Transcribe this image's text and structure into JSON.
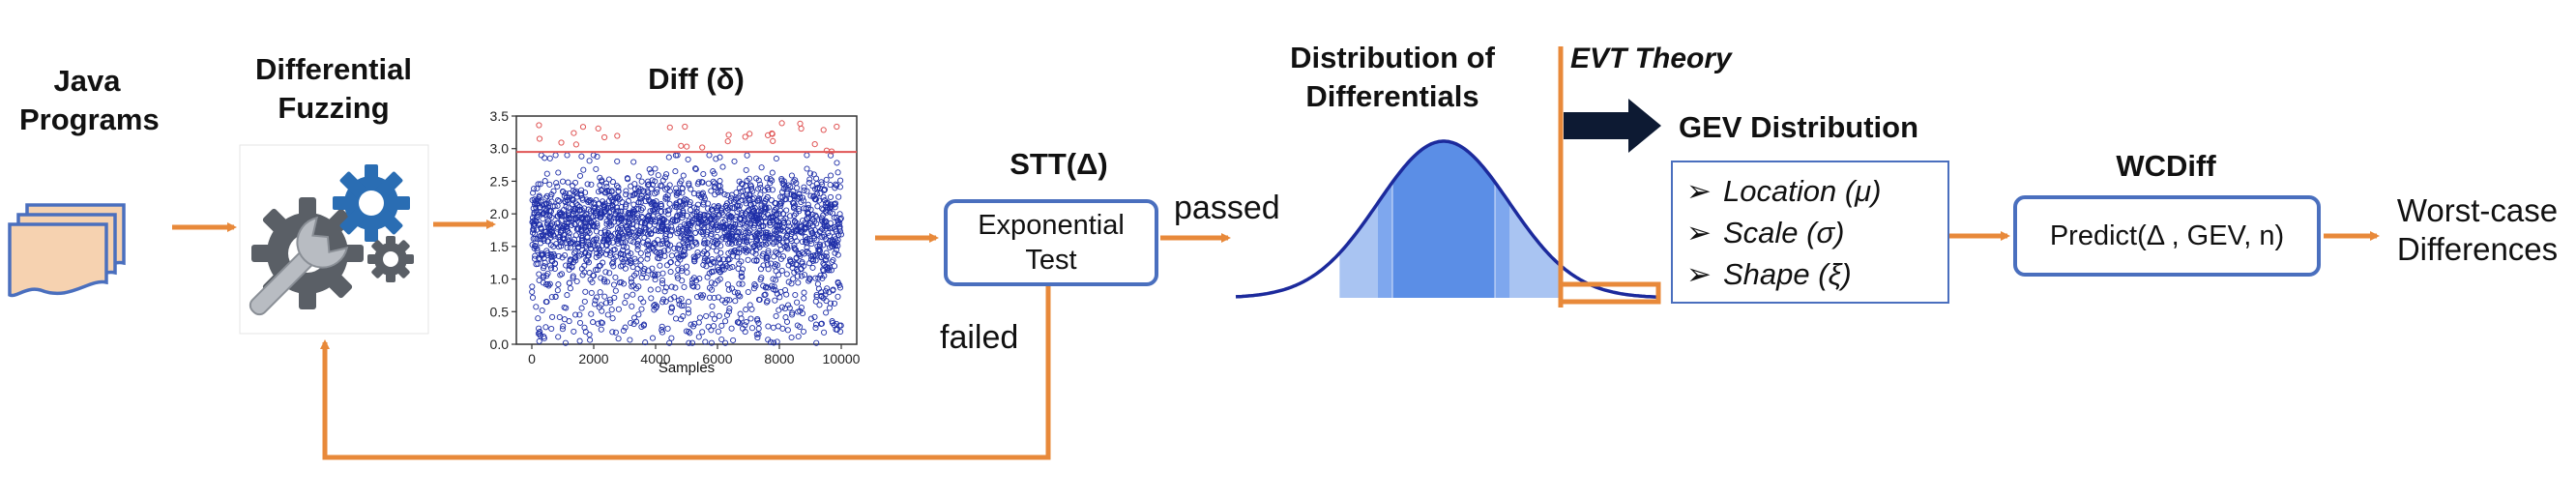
{
  "stages": {
    "java_programs": {
      "line1": "Java",
      "line2": "Programs"
    },
    "differential_fuzzing": {
      "line1": "Differential",
      "line2": "Fuzzing"
    },
    "diff": {
      "title": "Diff (δ)"
    },
    "stt": {
      "title": "STT(Δ)",
      "box_line1": "Exponential",
      "box_line2": "Test"
    },
    "passed_label": "passed",
    "failed_label": "failed",
    "distribution": {
      "line1": "Distribution of",
      "line2": "Differentials"
    },
    "evt_label": "EVT Theory",
    "gev": {
      "title": "GEV Distribution",
      "params": [
        {
          "bullet": "➢",
          "text": "Location (μ)"
        },
        {
          "bullet": "➢",
          "text": "Scale (σ)"
        },
        {
          "bullet": "➢",
          "text": "Shape (ξ)"
        }
      ]
    },
    "wcdiff": {
      "title": "WCDiff",
      "box_text": "Predict(Δ , GEV, n)"
    },
    "output": {
      "line1": "Worst-case",
      "line2": "Differences"
    }
  },
  "colors": {
    "orange": "#e8893a",
    "box_border": "#4a6fbe",
    "scatter_blue": "#1f2fa8",
    "threshold_red": "#e05555",
    "bell_fill": "#5b8ee6",
    "arrow_dark": "#0d1a33",
    "gear_blue": "#2a6db3",
    "gear_gray": "#5a5f66"
  },
  "icons": [
    "document-stack-icon",
    "gears-wrench-icon"
  ],
  "chart_data": {
    "type": "scatter",
    "title": "Diff (δ)",
    "xlabel": "Samples",
    "ylabel": "",
    "xlim": [
      -500,
      10500
    ],
    "ylim": [
      0,
      3.5
    ],
    "xticks": [
      "0",
      "2000",
      "4000",
      "6000",
      "8000",
      "10000"
    ],
    "yticks": [
      "0.0",
      "0.5",
      "1.0",
      "1.5",
      "2.0",
      "2.5",
      "3.0",
      "3.5"
    ],
    "threshold": 2.95,
    "series": [
      {
        "values_description": "dense cloud of ~10000 samples with values mostly between 1.2 and 2.5, sparser down to 0.0",
        "n": 10000,
        "color": "#1f2fa8"
      },
      {
        "values_description": "outliers above threshold between 2.95 and 3.4",
        "n": 30,
        "color": "#e05555"
      }
    ]
  }
}
